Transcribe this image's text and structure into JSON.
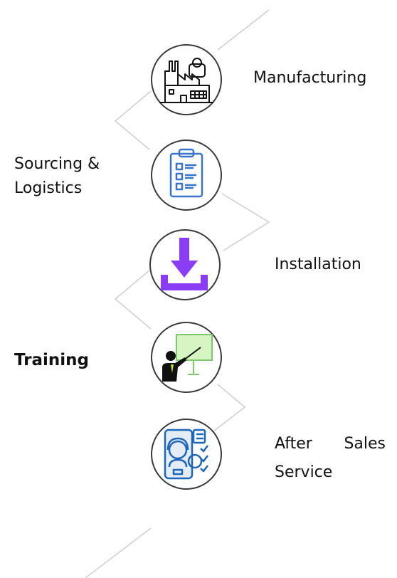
{
  "steps": [
    {
      "label": "Manufacturing",
      "icon": "factory-icon"
    },
    {
      "label_line1": "Sourcing &",
      "label_line2": "Logistics",
      "icon": "clipboard-checklist-icon"
    },
    {
      "label": "Installation",
      "icon": "download-icon"
    },
    {
      "label": "Training",
      "emphasis": "bold",
      "icon": "presentation-trainer-icon"
    },
    {
      "label_line1_word1": "After",
      "label_line1_word2": "Sales",
      "label_line2": "Service",
      "icon": "support-agent-icon"
    }
  ],
  "colors": {
    "connector": "#cfcfcf",
    "circle_border": "#3a3a3a",
    "clipboard": "#3b74c9",
    "download": "#8b3df5",
    "board": "#d6f5c2",
    "support": "#1e66b8"
  }
}
